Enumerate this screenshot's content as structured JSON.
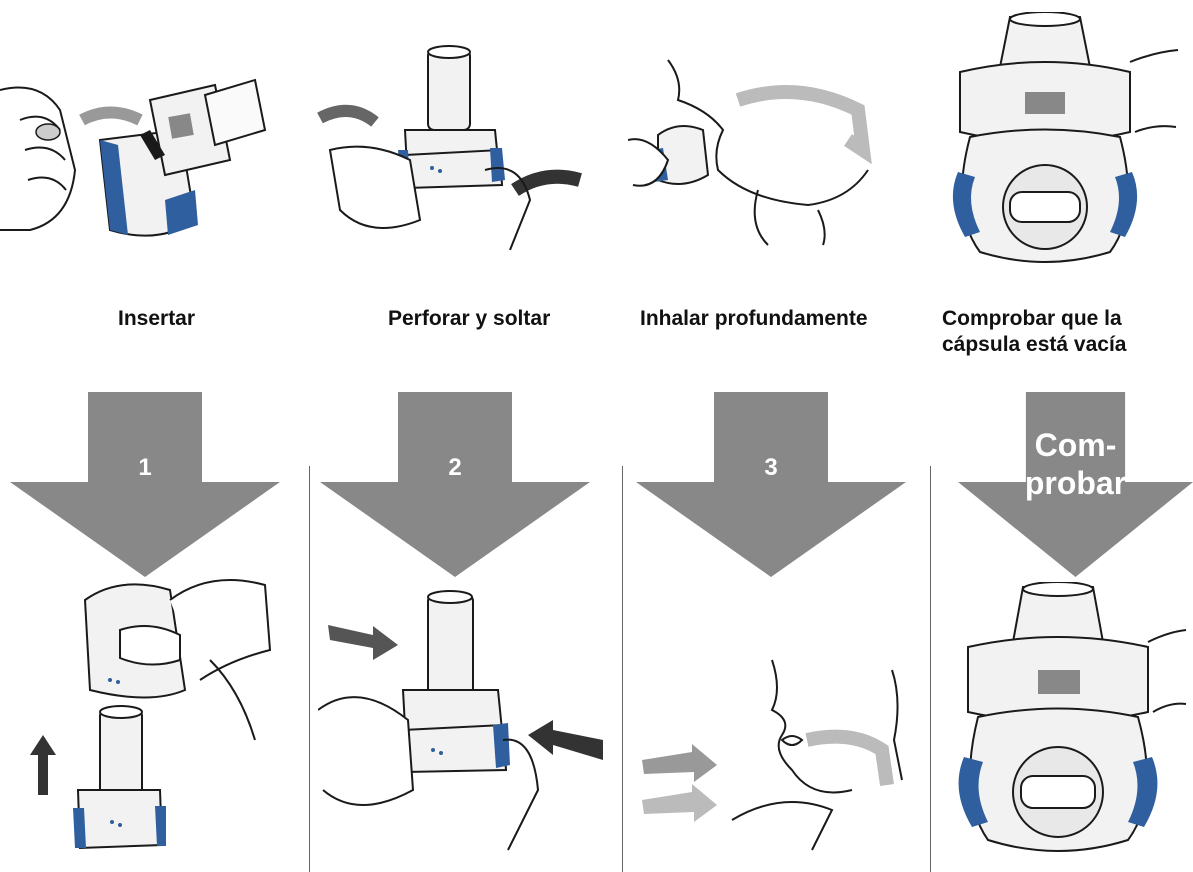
{
  "steps": [
    {
      "caption": "Insertar",
      "arrow_label": "1"
    },
    {
      "caption": "Perforar y soltar",
      "arrow_label": "2"
    },
    {
      "caption": "Inhalar profundamente",
      "arrow_label": "3"
    },
    {
      "caption": "Comprobar que la\ncápsula está vacía",
      "arrow_label": "Com-\nprobar"
    }
  ],
  "colors": {
    "arrow": "#888888",
    "accent_blue": "#2f5f9e",
    "device_body": "#f2f2f2",
    "line": "#1a1a1a"
  }
}
